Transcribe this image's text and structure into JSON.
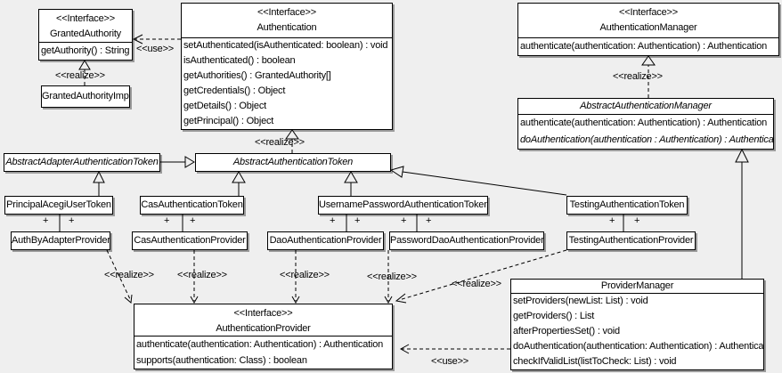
{
  "canvas": {
    "background": "#efefef",
    "box_fill": "#ffffff",
    "line_color": "#000000",
    "shadow_color": "#9b9b9b"
  },
  "classes": {
    "granted_authority": {
      "stereotype": "<<Interface>>",
      "name": "GrantedAuthority",
      "methods": [
        "getAuthority() : String"
      ]
    },
    "granted_authority_impl": {
      "name": "GrantedAuthorityImpl"
    },
    "authentication": {
      "stereotype": "<<Interface>>",
      "name": "Authentication",
      "methods": [
        "setAuthenticated(isAuthenticated: boolean) : void",
        "isAuthenticated() : boolean",
        "getAuthorities() : GrantedAuthority[]",
        "getCredentials() : Object",
        "getDetails() : Object",
        "getPrincipal() : Object"
      ]
    },
    "authentication_manager": {
      "stereotype": "<<Interface>>",
      "name": "AuthenticationManager",
      "methods": [
        "authenticate(authentication: Authentication) : Authentication"
      ]
    },
    "abstract_authentication_manager": {
      "name": "AbstractAuthenticationManager",
      "methods": [
        "authenticate(authentication: Authentication) : Authentication",
        "doAuthentication(authentication : Authentication) : Authentication"
      ]
    },
    "abstract_adapter_authentication_token": {
      "name": "AbstractAdapterAuthenticationToken"
    },
    "abstract_authentication_token": {
      "name": "AbstractAuthenticationToken"
    },
    "principal_acegi_user_token": {
      "name": "PrincipalAcegiUserToken"
    },
    "cas_authentication_token": {
      "name": "CasAuthenticationToken"
    },
    "username_password_authentication_token": {
      "name": "UsernamePasswordAuthenticationToken"
    },
    "testing_authentication_token": {
      "name": "TestingAuthenticationToken"
    },
    "auth_by_adapter_provider": {
      "name": "AuthByAdapterProvider"
    },
    "cas_authentication_provider": {
      "name": "CasAuthenticationProvider"
    },
    "dao_authentication_provider": {
      "name": "DaoAuthenticationProvider"
    },
    "password_dao_authentication_provider": {
      "name": "PasswordDaoAuthenticationProvider"
    },
    "testing_authentication_provider": {
      "name": "TestingAuthenticationProvider"
    },
    "authentication_provider": {
      "stereotype": "<<Interface>>",
      "name": "AuthenticationProvider",
      "methods": [
        "authenticate(authentication: Authentication) : Authentication",
        "supports(authentication: Class) : boolean"
      ]
    },
    "provider_manager": {
      "name": "ProviderManager",
      "methods": [
        "setProviders(newList: List) : void",
        "getProviders() : List",
        "afterPropertiesSet() : void",
        "doAuthentication(authentication: Authentication) : Authentication",
        "checkIfValidList(listToCheck: List) : void"
      ]
    }
  },
  "labels": {
    "plus": "+",
    "use_granted_authority": "<<use>>",
    "realize_granted_authority_impl": "<<realize>>",
    "realize_abstract_token": "<<realize>>",
    "realize_abstract_manager": "<<realize>>",
    "realize_auth_by_adapter": "<<realize>>",
    "realize_cas": "<<realize>>",
    "realize_dao": "<<realize>>",
    "realize_password_dao": "<<realize>>",
    "realize_testing": "<<realize>>",
    "use_provider_manager": "<<use>>"
  }
}
